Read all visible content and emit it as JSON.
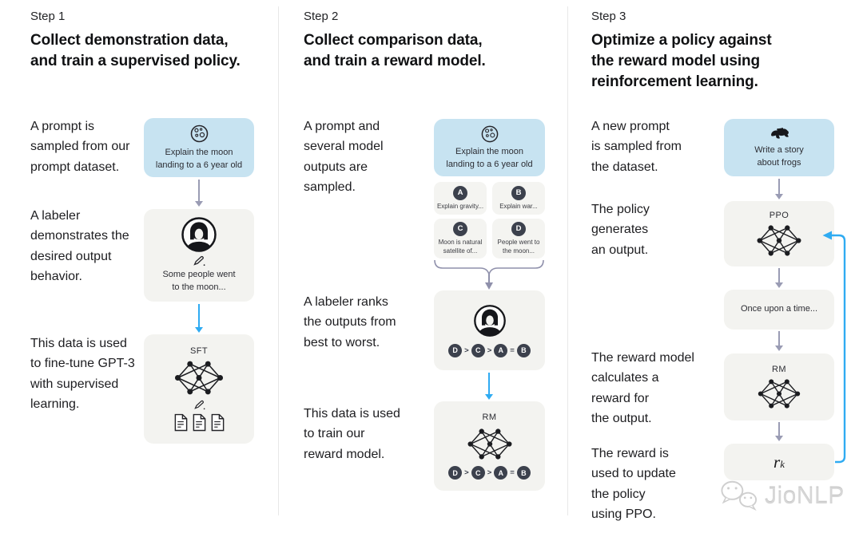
{
  "watermark": {
    "text": "JioNLP"
  },
  "colors": {
    "prompt_box_blue": "#c7e3f1",
    "node_box_gray": "#f3f3f0",
    "rank_chip_dark": "#3c414d",
    "arrow_lavender": "#9a9cb4",
    "arrow_blue": "#2fabf2"
  },
  "icons": {
    "prompt_step1": "moon-icon",
    "prompt_step2": "moon-icon",
    "prompt_step3": "frog-icon",
    "labeler": "labeler-avatar-icon",
    "write": "pencil-icon",
    "model": "neural-network-icon",
    "data": "document-icon",
    "watermark": "wechat-icon"
  },
  "step1": {
    "label": "Step 1",
    "title": "Collect demonstration data,\nand train a supervised policy.",
    "side_texts": [
      "A prompt is\nsampled from our\nprompt dataset.",
      "A labeler\ndemonstrates the\ndesired output\nbehavior.",
      "This data is used\nto fine-tune GPT-3\nwith supervised\nlearning."
    ],
    "prompt_box": {
      "text": "Explain the moon\nlanding to a 6 year old"
    },
    "labeler_box": {
      "text": "Some people went\nto the moon..."
    },
    "sft_box": {
      "label": "SFT"
    }
  },
  "step2": {
    "label": "Step 2",
    "title": "Collect comparison data,\nand train a reward model.",
    "side_texts": [
      "A prompt and\nseveral model\noutputs are\nsampled.",
      "A labeler ranks\nthe outputs from\nbest to worst.",
      "This data is used\nto train our\nreward model."
    ],
    "prompt_box": {
      "text": "Explain the moon\nlanding to a 6 year old"
    },
    "options": [
      {
        "letter": "A",
        "text": "Explain gravity..."
      },
      {
        "letter": "B",
        "text": "Explain war..."
      },
      {
        "letter": "C",
        "text": "Moon is natural\nsatellite of..."
      },
      {
        "letter": "D",
        "text": "People went to\nthe moon..."
      }
    ],
    "ranking": [
      "D",
      ">",
      "C",
      ">",
      "A",
      "=",
      "B"
    ],
    "rm_box": {
      "label": "RM"
    }
  },
  "step3": {
    "label": "Step 3",
    "title": "Optimize a policy against\nthe reward model using\nreinforcement learning.",
    "side_texts": [
      "A new prompt\nis sampled from\nthe dataset.",
      "The policy\ngenerates\nan output.",
      "The reward model\ncalculates a\nreward for\nthe output.",
      "The reward is\nused to update\nthe policy\nusing PPO."
    ],
    "prompt_box": {
      "text": "Write a story\nabout frogs"
    },
    "ppo_box": {
      "label": "PPO"
    },
    "output_box": {
      "text": "Once upon a time..."
    },
    "rm_box": {
      "label": "RM"
    },
    "reward_box": {
      "base": "r",
      "sub": "k"
    }
  }
}
